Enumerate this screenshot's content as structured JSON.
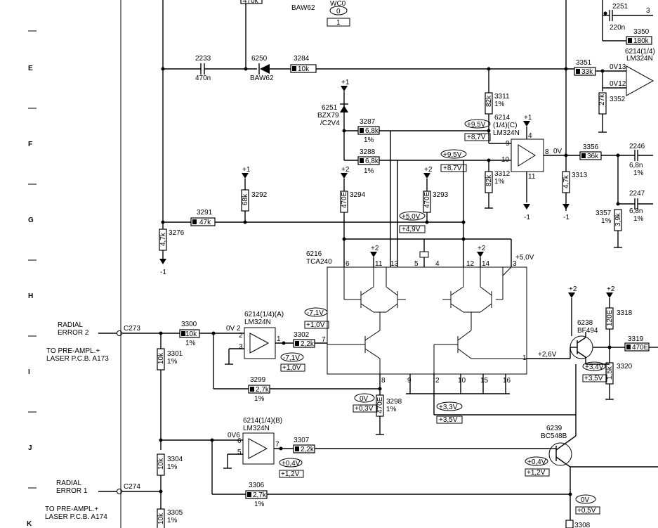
{
  "row_markers": [
    "E",
    "F",
    "G",
    "H",
    "I",
    "J",
    "K"
  ],
  "nets": {
    "radial_error_2": "RADIAL\nERROR 2",
    "radial_error_2_l1": "RADIAL",
    "radial_error_2_l2": "ERROR 2",
    "radial_error_1_l1": "RADIAL",
    "radial_error_1_l2": "ERROR 1",
    "to_laser_a173_l1": "TO PRE-AMPL.+",
    "to_laser_a173_l2": "LASER P.C.B. A173",
    "to_laser_a174_l1": "TO PRE-AMPL.+",
    "to_laser_a174_l2": "LASER P.C.B. A174",
    "c273": "C273",
    "c274": "C274"
  },
  "parts": {
    "p2233": "2233",
    "p2233v": "470n",
    "p6250": "6250",
    "p6250v": "BAW62",
    "p3284": "3284",
    "p3284v": "10k",
    "baw62_top": "BAW62",
    "wc0": "WC0",
    "wc0_v0": "0",
    "wc0_v1": "1",
    "p470k_top": "470k",
    "p2251": "2251",
    "p2251v": "220n",
    "p3350": "3350",
    "p3350v": "180k",
    "p6214a_top": "6214(1/4)",
    "p6214a_top2": "LM324N",
    "p3351": "3351",
    "p3351v": "33k",
    "ov13": "0V13",
    "ov12": "0V12",
    "p3352": "3352",
    "p3352v": "27k",
    "p6251": "6251",
    "p6251v": "BZX79",
    "p6251v2": "/C2V4",
    "p3287": "3287",
    "p3287v": "6,8k",
    "p3287t": "1%",
    "p3288": "3288",
    "p3288v": "6,8k",
    "p3288t": "1%",
    "p3311": "3311",
    "p3311v": "82k",
    "p3311t": "1%",
    "p6214c": "6214",
    "p6214c2": "(1/4)(C)",
    "p6214c3": "LM324N",
    "v_plus95a": "+9,5V",
    "v_plus87a": "+8,7V",
    "v_plus95b": "+9,5V",
    "v_plus87b": "+8,7V",
    "p3312": "3312",
    "p3312v": "82k",
    "p3312t": "1%",
    "ov_out": "0V",
    "p3356": "3356",
    "p3356v": "36k",
    "p2246": "2246",
    "p2246v": "6,8n",
    "p2246t": "1%",
    "p2247": "2247",
    "p2247v": "6,8n",
    "p2247t": "1%",
    "p3357": "3357",
    "p3357t": "1%",
    "p3357v": "3,9k",
    "p3313": "3313",
    "p3313v": "4,7k",
    "p3292": "3292",
    "p3292v": "68k",
    "p3291": "3291",
    "p3291v": "47k",
    "p3276": "3276",
    "p3276v": "4,7k",
    "p3294": "3294",
    "p3294v": "470E",
    "p3293": "3293",
    "p3293v": "470E",
    "v_plus50": "+5,0V",
    "v_plus49": "+4,9V",
    "p6216": "6216",
    "p6216v": "TCA240",
    "v_plus50b": "+5,0V",
    "p6214a": "6214(1/4)(A)",
    "p6214a2": "LM324N",
    "v_m71a": "-7,1V",
    "v_p10a": "+1,0V",
    "v_m71b": "-7,1V",
    "v_p10b": "+1,0V",
    "p3302": "3302",
    "p3302v": "2,2k",
    "p3300": "3300",
    "p3300v": "10k",
    "p3300t": "1%",
    "p3301": "3301",
    "p3301v": "10k",
    "p3301t": "1%",
    "p3299": "3299",
    "p3299v": "2,7k",
    "p3299t": "1%",
    "ov2": "0V 2",
    "v_0v_a": "0V",
    "v_p03a": "+0,3V",
    "p3298": "3298",
    "p3298v": "470E",
    "p3298t": "1%",
    "v_p33": "+3,3V",
    "v_p35": "+3,5V",
    "v_p26": "+2,6V",
    "p6238": "6238",
    "p6238v": "BF494",
    "p3318": "3318",
    "p3318v": "120E",
    "p3319": "3319",
    "p3319v": "470E",
    "p3320": "3320",
    "p3320v": "1,5k",
    "v_p34": "+3,4V",
    "v_p35b": "+3,5V",
    "p6214b": "6214(1/4)(B)",
    "p6214b2": "LM324N",
    "ov6": "0V6",
    "p3307": "3307",
    "p3307v": "2,2k",
    "v_p04a": "+0,4V",
    "v_p12a": "+1,2V",
    "p6239": "6239",
    "p6239v": "BC548B",
    "v_p04b": "+0,4V",
    "v_p12b": "+1,2V",
    "p3304": "3304",
    "p3304v": "10k",
    "p3304t": "1%",
    "p3306": "3306",
    "p3306v": "2,7k",
    "p3306t": "1%",
    "p3305": "3305",
    "p3305v": "10k",
    "p3305t": "1%",
    "v_0v_b": "0V",
    "v_p05": "+0,5V",
    "p3308": "3308",
    "rail_p1a": "+1",
    "rail_p1b": "+1",
    "rail_p1c": "+1",
    "rail_m1a": "-1",
    "rail_m1b": "-1",
    "rail_m1c": "-1",
    "rail_p2a": "+2",
    "rail_p2b": "+2",
    "rail_p2c": "+2",
    "rail_p2d": "+2",
    "rail_p2e": "+2",
    "rail_p2f": "+2",
    "pin6": "6",
    "pin11": "11",
    "pin13": "13",
    "pin5": "5",
    "pin4": "4",
    "pin12": "12",
    "pin14": "14",
    "pin3": "3",
    "pin8": "8",
    "pin9": "9",
    "pin2": "2",
    "pin10": "10",
    "pin15": "15",
    "pin16": "16",
    "pin1": "1",
    "pin7": "7",
    "opa_p3": "3",
    "opa_m2": "2",
    "opa_o1": "1",
    "opb_p5": "5",
    "opb_m6": "6",
    "opb_o7": "7",
    "opc_p9": "9",
    "opc_m10": "10",
    "opc_o8": "8",
    "opc_v4": "4",
    "opc_v11": "11"
  }
}
